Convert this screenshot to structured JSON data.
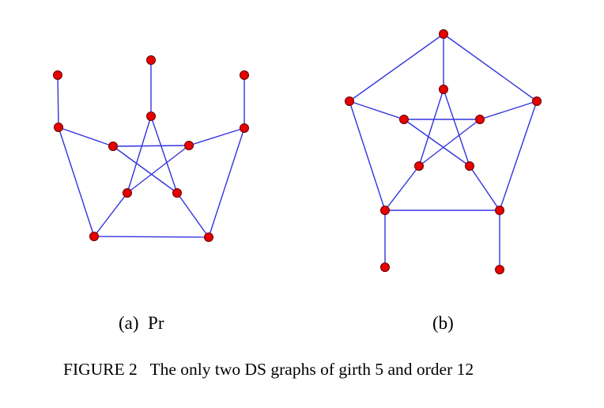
{
  "colors": {
    "edge": "#3333dd",
    "node_fill": "#e60000",
    "node_stroke": "#660000"
  },
  "graphs": {
    "a": {
      "label": "(a)  Pr"
    },
    "b": {
      "label": "(b)"
    }
  },
  "caption": "FIGURE 2   The only two DS graphs of girth 5 and order 12"
}
